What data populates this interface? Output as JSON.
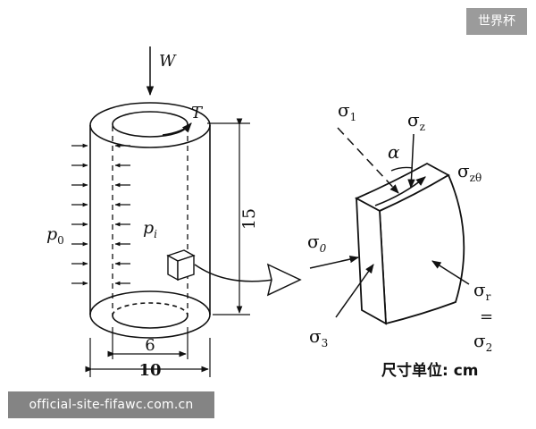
{
  "badge": "世界杯",
  "watermark": "official-site-fifawc.com.cn",
  "labels": {
    "load_w": "W",
    "torque_t": "T",
    "outer_pressure": "p",
    "outer_pressure_sub": "0",
    "inner_pressure": "p",
    "inner_pressure_sub": "i",
    "height": "15",
    "inner_diameter": "6",
    "outer_diameter": "10",
    "sigma": "σ",
    "sigma1_sub": "1",
    "sigmaz_sub": "z",
    "alpha": "α",
    "sigmaz0_sub": "zθ",
    "sigma0_sub": "0",
    "sigma3_sub": "3",
    "sigmar_sub": "r",
    "equals": "=",
    "sigma2_sub": "2",
    "units": "尺寸单位: cm"
  },
  "colors": {
    "ink": "#111111",
    "badge_bg": "#9b9b9b",
    "watermark_bg": "#6e6e6e"
  }
}
